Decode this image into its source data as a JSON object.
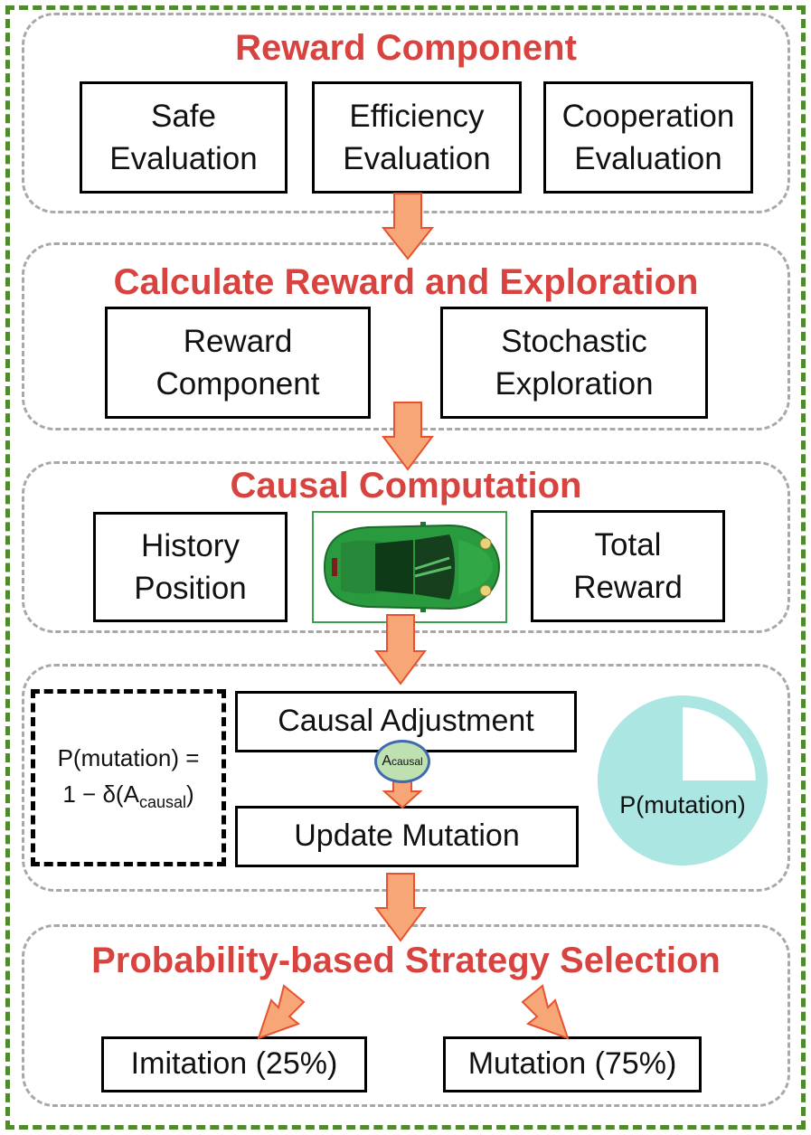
{
  "section1": {
    "title": "Reward Component",
    "boxes": [
      {
        "line1": "Safe",
        "line2": "Evaluation"
      },
      {
        "line1": "Efficiency",
        "line2": "Evaluation"
      },
      {
        "line1": "Cooperation",
        "line2": "Evaluation"
      }
    ]
  },
  "section2": {
    "title": "Calculate Reward and Exploration",
    "boxes": [
      {
        "line1": "Reward",
        "line2": "Component"
      },
      {
        "line1": "Stochastic",
        "line2": "Exploration"
      }
    ]
  },
  "section3": {
    "title": "Causal Computation",
    "boxes": [
      {
        "line1": "History",
        "line2": "Position"
      },
      {
        "line1": "Total",
        "line2": "Reward"
      }
    ]
  },
  "section4": {
    "formula_line1": "P(mutation) =",
    "formula_line2_prefix": "1 − δ(A",
    "formula_line2_sub": "causal",
    "formula_line2_suffix": ")",
    "causal_adjustment": "Causal Adjustment",
    "update_mutation": "Update Mutation",
    "acausal_main": "A",
    "acausal_sub": "causal",
    "pie_label": "P(mutation)",
    "pie_mutation_fraction": 0.75
  },
  "section5": {
    "title": "Probability-based Strategy Selection",
    "imitation": "Imitation (25%)",
    "mutation": "Mutation (75%)"
  },
  "colors": {
    "title_red": "#d9433f",
    "outer_border_green": "#4f8a2b",
    "panel_border_gray": "#a8a8a8",
    "arrow_fill": "#f7a677",
    "arrow_stroke": "#e8522e",
    "pie_teal": "#abe6e3",
    "car_green": "#2a9a3e"
  }
}
